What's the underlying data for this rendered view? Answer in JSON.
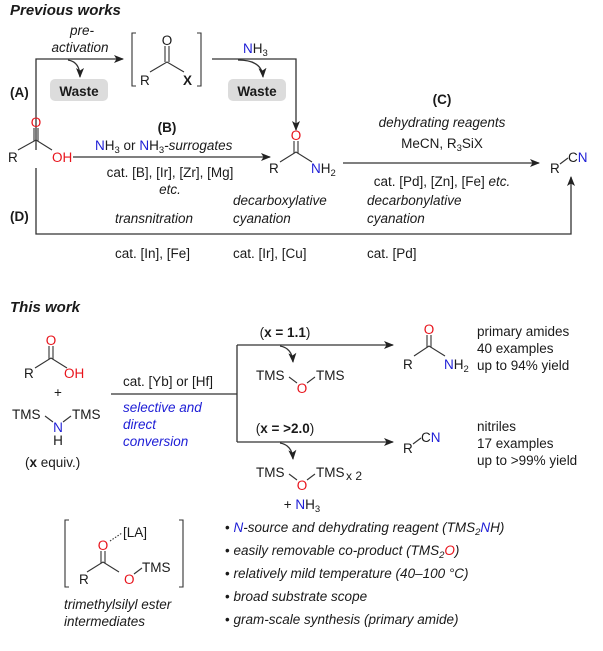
{
  "previous": {
    "header": "Previous works",
    "label_a": "(A)",
    "label_b": "(B)",
    "label_c": "(C)",
    "label_d": "(D)",
    "preactivation_1": "pre-",
    "preactivation_2": "activation",
    "waste": "Waste",
    "nh3_n": "N",
    "nh3_h": "H",
    "nh3_sub": "3",
    "acyl_o": "O",
    "acyl_r": "R",
    "acyl_x": "X",
    "acid_o": "O",
    "acid_r": "R",
    "acid_oh": "OH",
    "amide_o": "O",
    "amide_r": "R",
    "amide_n": "N",
    "amide_h": "H",
    "amide_sub": "2",
    "nitrile_r": "R",
    "nitrile_c": "C",
    "nitrile_n": "N",
    "b_reagent_or": " or ",
    "b_reagent_surrogates": "-surrogates",
    "b_catalysts": "cat. [B], [Ir], [Zr], [Mg]",
    "b_etc": "etc.",
    "c_reagents": "dehydrating reagents",
    "c_mecn": "MeCN, R",
    "c_sub3": "3",
    "c_six": "SiX",
    "c_catalysts": "cat. [Pd], [Zn], [Fe] ",
    "c_etc": "etc.",
    "d_col1_title": "transnitration",
    "d_col1_cat": "cat. [In], [Fe]",
    "d_col2_title_1": "decarboxylative",
    "d_col2_title_2": "cyanation",
    "d_col2_cat": "cat. [Ir], [Cu]",
    "d_col3_title_1": "decarbonylative",
    "d_col3_title_2": "cyanation",
    "d_col3_cat": "cat. [Pd]"
  },
  "this_work": {
    "header": "This work",
    "plus": "+",
    "hmds_tms_left": "TMS",
    "hmds_tms_right": "TMS",
    "hmds_n": "N",
    "hmds_h": "H",
    "equiv_open": "(",
    "equiv_x": "x",
    "equiv_rest": " equiv.)",
    "catalyst": "cat. [Yb] or [Hf]",
    "selective_1": "selective and",
    "selective_2": "direct",
    "selective_3": "conversion",
    "cond1_open": "(",
    "cond1_x": "x",
    "cond1_val": " = 1.1",
    "cond1_close": ")",
    "cond2_open": "(",
    "cond2_x": "x",
    "cond2_val": " = >2.0",
    "cond2_close": ")",
    "tms": "TMS",
    "o": "O",
    "times2": "x 2",
    "plus_nh3": "+ ",
    "amides_line1": "primary amides",
    "amides_line2": "40 examples",
    "amides_line3": "up to 94% yield",
    "nitriles_line1": "nitriles",
    "nitriles_line2": "17 examples",
    "nitriles_line3": "up to >99% yield",
    "intermediate_la": "[LA]",
    "intermediate_caption_1": "trimethylsilyl ester",
    "intermediate_caption_2": "intermediates",
    "bullets": [
      {
        "pre": "",
        "blue": "N",
        "post": "-source and dehydrating reagent (TMS",
        "sub": "2",
        "blue2": "N",
        "tail": "H)"
      },
      {
        "pre": "easily removable co-product (TMS",
        "sub": "2",
        "red": "O",
        "tail": ")"
      },
      {
        "text": "relatively mild temperature (40–100 °C)"
      },
      {
        "text": "broad substrate scope"
      },
      {
        "text": "gram-scale synthesis (primary amide)"
      }
    ],
    "bullet_glyph": "•"
  },
  "colors": {
    "oxygen": "#e8141c",
    "nitrogen": "#1d1dd6",
    "waste_box": "#dcdcdc",
    "line": "#333333"
  }
}
